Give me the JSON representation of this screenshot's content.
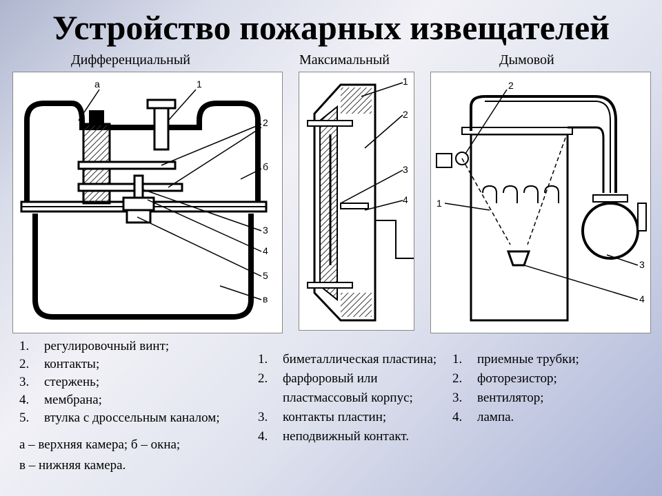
{
  "title": "Устройство пожарных извещателей",
  "subtitles": {
    "diff": "Дифференциальный",
    "max": "Максимальный",
    "smoke": "Дымовой"
  },
  "diagram_labels": {
    "diff": [
      "а",
      "1",
      "2",
      "б",
      "3",
      "4",
      "5",
      "в"
    ],
    "max": [
      "1",
      "2",
      "3",
      "4"
    ],
    "smoke": [
      "2",
      "1",
      "3",
      "4"
    ]
  },
  "legend_diff": [
    {
      "num": "1.",
      "text": "регулировочный винт;"
    },
    {
      "num": "2.",
      "text": "контакты;"
    },
    {
      "num": "3.",
      "text": "стержень;"
    },
    {
      "num": "4.",
      "text": "мембрана;"
    },
    {
      "num": "5.",
      "text": "втулка с дроссельным каналом;"
    }
  ],
  "legend_diff_extra": [
    "а – верхняя камера; б – окна;",
    "в – нижняя камера."
  ],
  "legend_max": [
    {
      "num": "1.",
      "text": "биметаллическая пластина;"
    },
    {
      "num": "2.",
      "text": "фарфоровый или пластмассовый корпус;"
    },
    {
      "num": "3.",
      "text": "контакты пластин;"
    },
    {
      "num": "4.",
      "text": "неподвижный контакт."
    }
  ],
  "legend_smoke": [
    {
      "num": "1.",
      "text": "приемные трубки;"
    },
    {
      "num": "2.",
      "text": "фоторезистор;"
    },
    {
      "num": "3.",
      "text": "вентилятор;"
    },
    {
      "num": "4.",
      "text": "лампа."
    }
  ],
  "colors": {
    "background_start": "#aeb6cf",
    "background_end": "#aab3d6"
  }
}
